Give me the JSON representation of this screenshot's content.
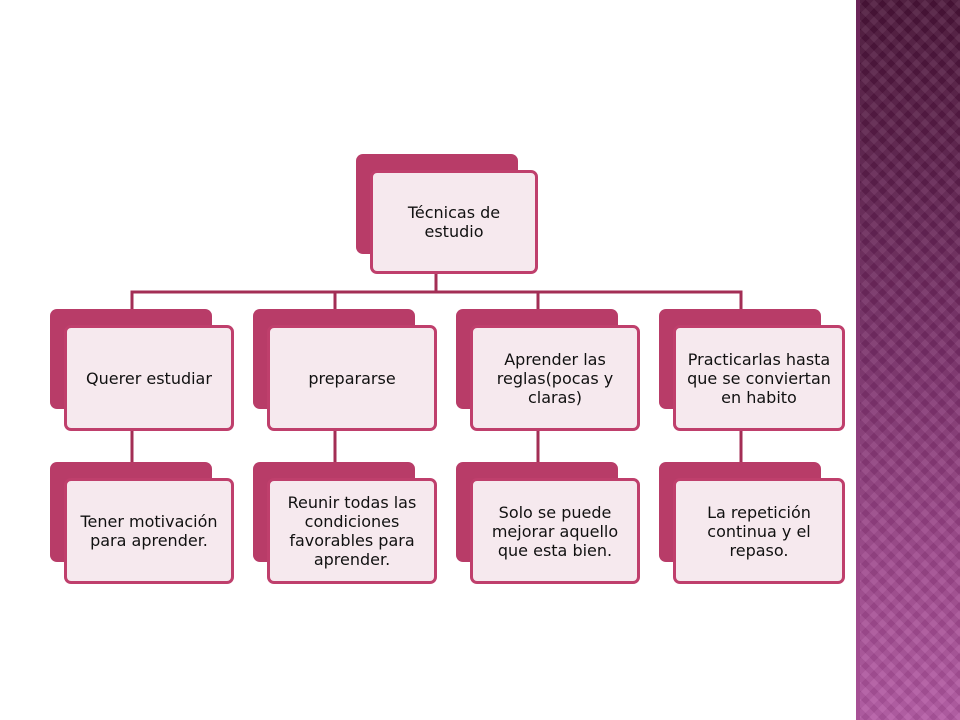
{
  "diagram": {
    "root": {
      "label": "Técnicas de estudio"
    },
    "branches": [
      {
        "label": "Querer estudiar",
        "detail": "Tener motivación para aprender."
      },
      {
        "label": "prepararse",
        "detail": "Reunir todas las condiciones favorables para aprender."
      },
      {
        "label": "Aprender las reglas(pocas y claras)",
        "detail": "Solo se puede mejorar aquello que esta bien."
      },
      {
        "label": "Practicarlas hasta que se conviertan en habito",
        "detail": "La repetición continua y el repaso."
      }
    ]
  },
  "colors": {
    "node_back": "#b83c68",
    "node_front": "#f6e9ee",
    "node_border": "#bf3f6c",
    "connector": "#a32e55",
    "side_band": "#7a2f6a"
  }
}
